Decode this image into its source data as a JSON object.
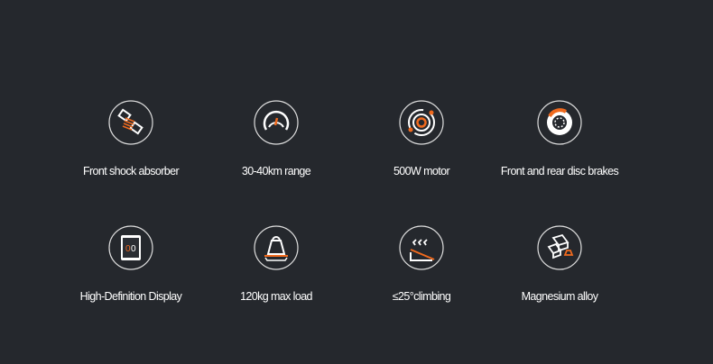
{
  "accent": "#f06a1e",
  "features": [
    {
      "label": "Front shock absorber",
      "icon": "shock-absorber-icon"
    },
    {
      "label": "30-40km range",
      "icon": "gauge-icon"
    },
    {
      "label": "500W motor",
      "icon": "motor-icon"
    },
    {
      "label": "Front and rear disc brakes",
      "icon": "disc-brake-icon"
    },
    {
      "label": "High-Definition Display",
      "icon": "display-icon"
    },
    {
      "label": "120kg max load",
      "icon": "weight-icon"
    },
    {
      "label": "≤25°climbing",
      "icon": "slope-icon"
    },
    {
      "label": "Magnesium alloy",
      "icon": "alloy-ingot-icon"
    }
  ]
}
